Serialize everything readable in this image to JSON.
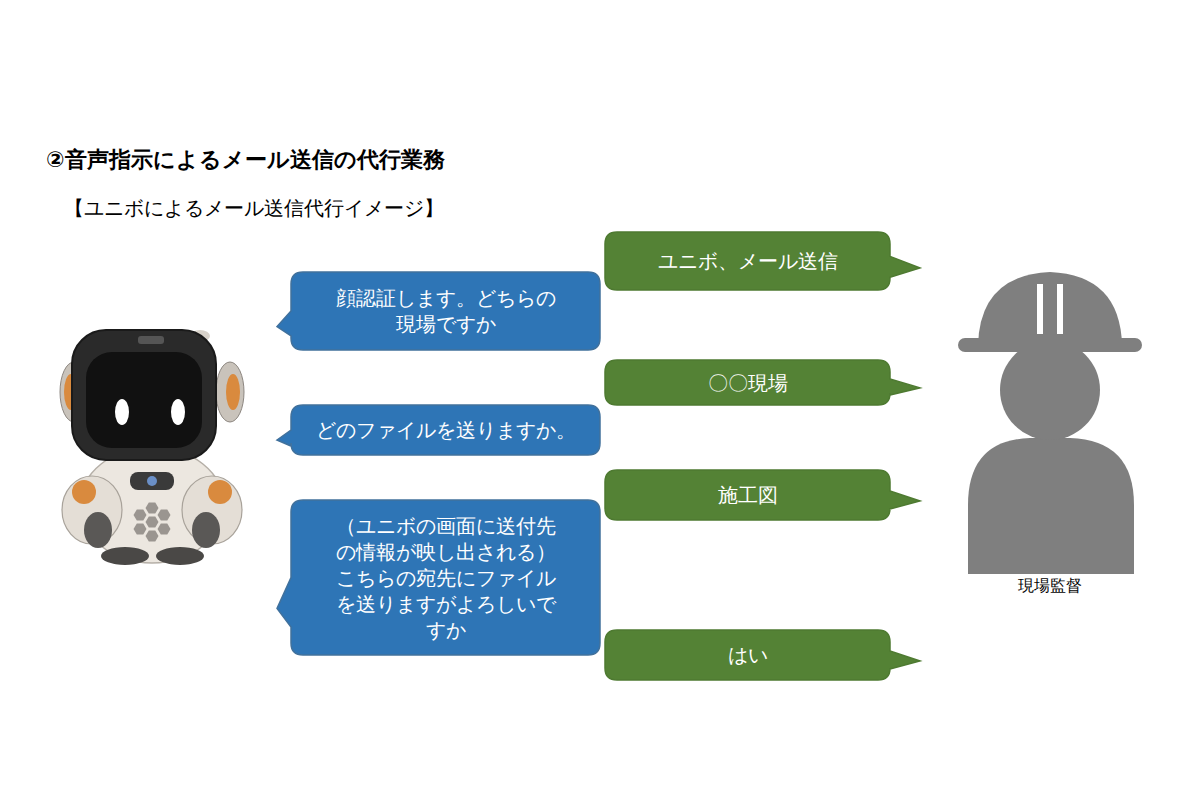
{
  "diagram": {
    "title": "②音声指示によるメール送信の代行業務",
    "nodes": [
      {
        "text": [
          "ユニボ、メール送信"
        ]
      },
      {
        "text": [
          "顔認証します。どちらの 現場ですか"
        ]
      },
      {
        "text": [
          "〇〇現場"
        ]
      },
      {
        "text": [
          "どのファイルを送りますか。"
        ]
      },
      {
        "text": [
          "施工図"
        ]
      },
      {
        "text": [
          "（ユニボの画面に送付先 の情報が映し出される） こちらの宛先にファイル を送りますがよろしいで すか"
        ]
      },
      {
        "text": [
          "はい"
        ]
      }
    ],
    "labels": [
      "【ユニボによるメール送信代行イメージ】",
      "現場監督"
    ]
  }
}
